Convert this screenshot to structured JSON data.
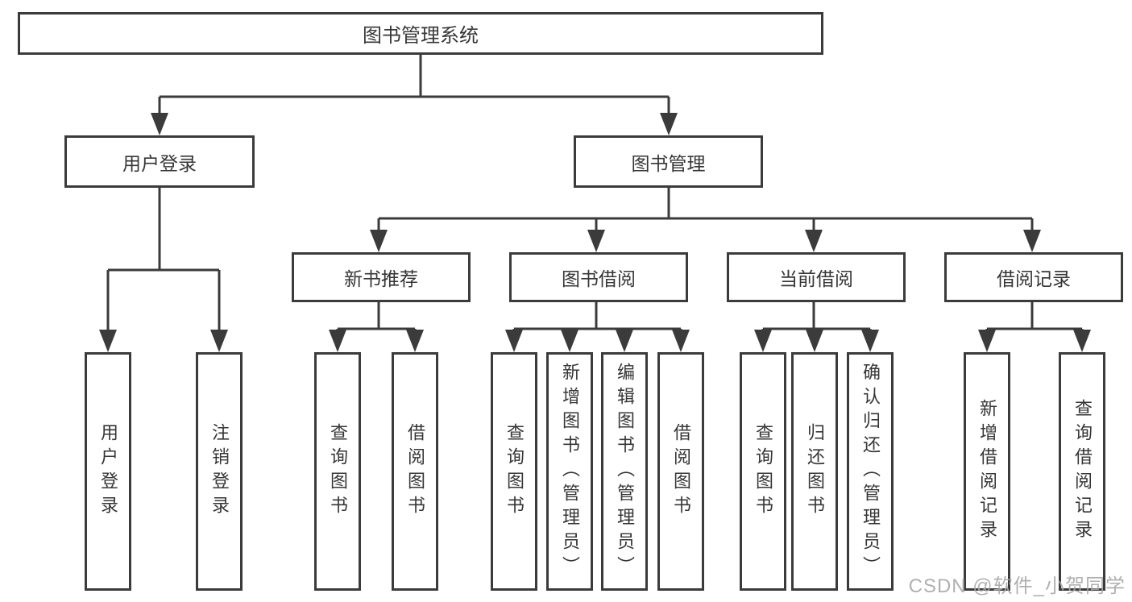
{
  "diagram_title": "图书管理系统",
  "tree": {
    "label": "图书管理系统",
    "children": [
      {
        "label": "用户登录",
        "children": [
          {
            "label": "用户登录"
          },
          {
            "label": "注销登录"
          }
        ]
      },
      {
        "label": "图书管理",
        "children": [
          {
            "label": "新书推荐",
            "children": [
              {
                "label": "查询图书"
              },
              {
                "label": "借阅图书"
              }
            ]
          },
          {
            "label": "图书借阅",
            "children": [
              {
                "label": "查询图书"
              },
              {
                "label": "新增图书（管理员）"
              },
              {
                "label": "编辑图书（管理员）"
              },
              {
                "label": "借阅图书"
              }
            ]
          },
          {
            "label": "当前借阅",
            "children": [
              {
                "label": "查询图书"
              },
              {
                "label": "归还图书"
              },
              {
                "label": "确认归还（管理员）"
              }
            ]
          },
          {
            "label": "借阅记录",
            "children": [
              {
                "label": "新增借阅记录"
              },
              {
                "label": "查询借阅记录"
              }
            ]
          }
        ]
      }
    ]
  },
  "watermark": {
    "text": "CSDN @软件_小贺同学"
  },
  "colors": {
    "line": "#3b3b3b",
    "box_border": "#3b3b3b",
    "text": "#363636",
    "watermark": "#a8a8a8",
    "background": "#ffffff"
  }
}
